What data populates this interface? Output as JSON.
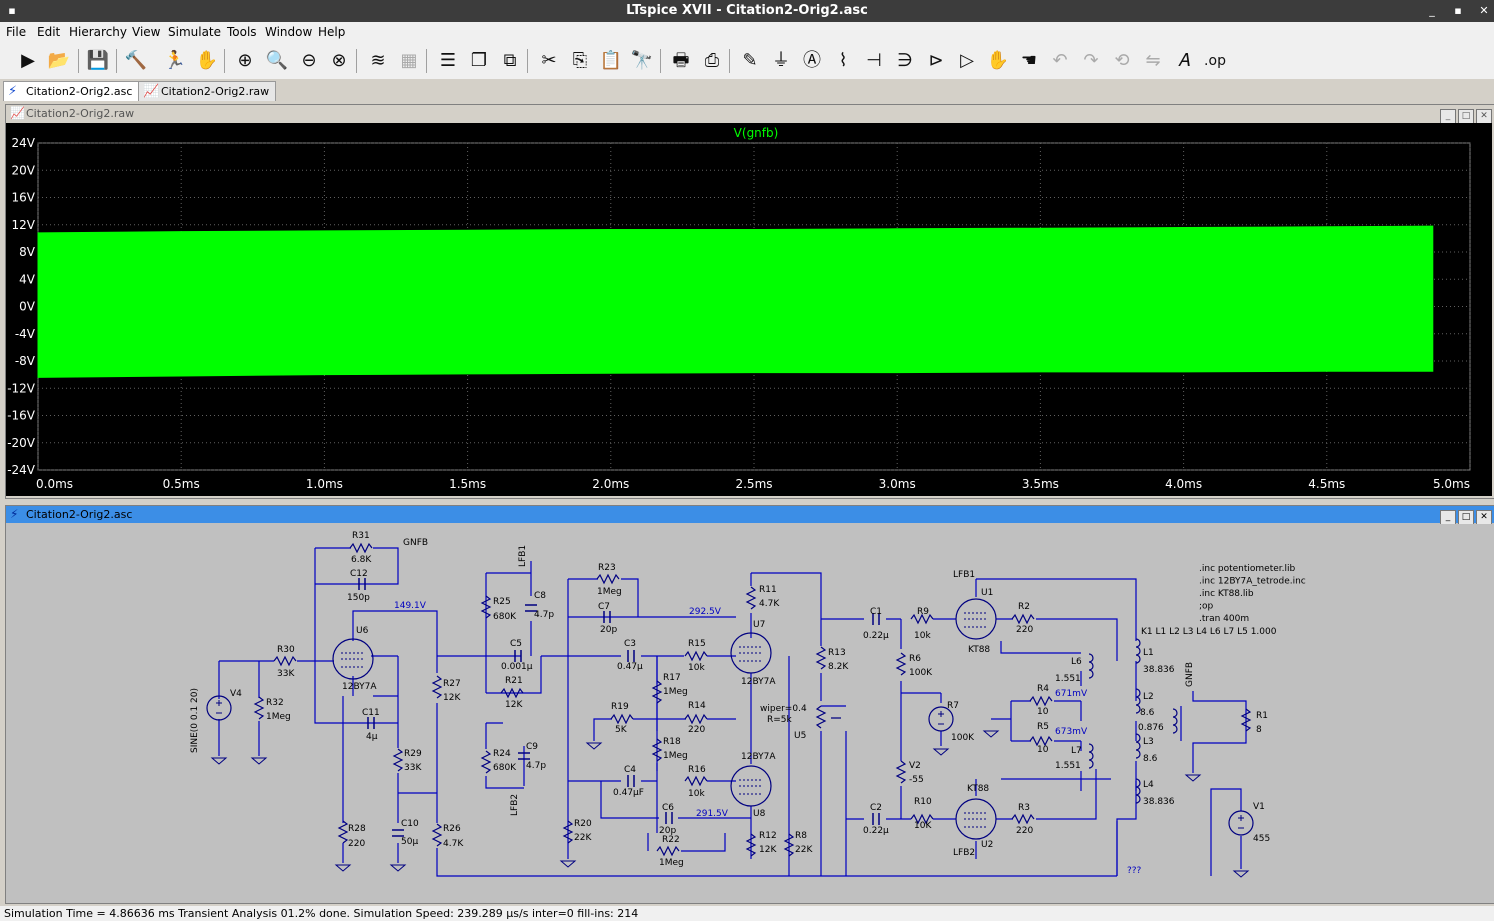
{
  "app": {
    "title": "LTspice XVII - Citation2-Orig2.asc",
    "sys_icon": "▪",
    "min": "_",
    "max": "▪",
    "close": "✕"
  },
  "menu": [
    "File",
    "Edit",
    "Hierarchy",
    "View",
    "Simulate",
    "Tools",
    "Window",
    "Help"
  ],
  "toolbar_icons": [
    "open-sim-icon",
    "open-folder-icon",
    "save-icon",
    "control-panel-icon",
    "run-icon",
    "halt-icon",
    "zoom-in-icon",
    "zoom-pan-icon",
    "zoom-out-icon",
    "zoom-fit-icon",
    "autorange-icon",
    "waveform-pane-icon",
    "tile-icon",
    "cascade-icon",
    "tile-vertical-icon",
    "cut-icon",
    "copy-icon",
    "paste-icon",
    "find-icon",
    "print-icon",
    "print-setup-icon",
    "draw-wire-icon",
    "ground-icon",
    "label-icon",
    "resistor-icon",
    "capacitor-icon",
    "inductor-icon",
    "diode-icon",
    "component-icon",
    "move-icon",
    "drag-icon",
    "undo-icon",
    "redo-icon",
    "rotate-icon",
    "mirror-icon",
    "text-icon",
    "spice-directive-icon"
  ],
  "tabs": [
    {
      "label": "Citation2-Orig2.asc",
      "icon": "schematic-icon",
      "active": true
    },
    {
      "label": "Citation2-Orig2.raw",
      "icon": "waveform-icon",
      "active": false
    }
  ],
  "waveform_window": {
    "title": "Citation2-Orig2.raw",
    "bg": "#000000",
    "trace_color": "#00ff00"
  },
  "schematic_window": {
    "title": "Citation2-Orig2.asc",
    "bg": "#c0c0c0",
    "wire_color": "#0000c0"
  },
  "chart_data": {
    "type": "area",
    "title": "V(gnfb)",
    "xlabel": "",
    "ylabel": "",
    "xlim": [
      0,
      5
    ],
    "ylim": [
      -24,
      24
    ],
    "x_ticks": [
      "0.0ms",
      "0.5ms",
      "1.0ms",
      "1.5ms",
      "2.0ms",
      "2.5ms",
      "3.0ms",
      "3.5ms",
      "4.0ms",
      "4.5ms",
      "5.0ms"
    ],
    "y_ticks": [
      "24V",
      "20V",
      "16V",
      "12V",
      "8V",
      "4V",
      "0V",
      "-4V",
      "-8V",
      "-12V",
      "-16V",
      "-20V",
      "-24V"
    ],
    "series": [
      {
        "name": "V(gnfb)",
        "x": [
          0.0,
          0.5,
          1.0,
          1.5,
          2.0,
          2.5,
          3.0,
          3.5,
          4.0,
          4.5,
          4.87
        ],
        "upper": [
          10.8,
          11.0,
          11.1,
          11.2,
          11.3,
          11.3,
          11.4,
          11.5,
          11.6,
          11.7,
          11.8
        ],
        "lower": [
          -10.4,
          -10.2,
          -10.0,
          -9.9,
          -9.8,
          -9.7,
          -9.7,
          -9.6,
          -9.6,
          -9.5,
          -9.5
        ]
      }
    ],
    "grid": true
  },
  "schematic": {
    "labels": [
      "GNFB",
      "R31",
      "6.8K",
      "C12",
      "150p",
      "149.1V",
      "U6",
      "12BY7A",
      "R30",
      "33K",
      "V4",
      "R32",
      "1Meg",
      "SINE(0 0.1 20)",
      "C11",
      "4µ",
      "R29",
      "33K",
      "C10",
      "50µ",
      "R28",
      "220",
      "R27",
      "12K",
      "R26",
      "4.7K",
      "LFB1",
      "R25",
      "680K",
      "C8",
      "4.7p",
      "C5",
      "0.001µ",
      "R21",
      "12K",
      "R24",
      "680K",
      "C9",
      "4.7p",
      "LFB2",
      "R23",
      "1Meg",
      "C7",
      "20p",
      "292.5V",
      "C3",
      "0.47µ",
      "R15",
      "10k",
      "R17",
      "1Meg",
      "R19",
      "5K",
      "R14",
      "220",
      "R18",
      "1Meg",
      "C4",
      "0.47µF",
      "R16",
      "10k",
      "C6",
      "20p",
      "291.5V",
      "R22",
      "1Meg",
      "R20",
      "22K",
      "R11",
      "4.7K",
      "U7",
      "12BY7A",
      "U8",
      "12BY7A",
      "R12",
      "12K",
      "R8",
      "22K",
      "R13",
      "8.2K",
      "wiper=0.4",
      "R=5k",
      "U5",
      "C1",
      "0.22µ",
      "R9",
      "10k",
      "R6",
      "100K",
      "R7",
      "100K",
      "V2",
      "-55",
      "C2",
      "0.22µ",
      "R10",
      "10K",
      "LFB1",
      "U1",
      "KT88",
      "R2",
      "220",
      "KT88",
      "U2",
      "LFB2",
      "R3",
      "220",
      "R4",
      "10",
      "671mV",
      "R5",
      "10",
      "673mV",
      "L6",
      "1.551",
      "L7",
      "1.551",
      "L1",
      "38.836",
      "L2",
      "8.6",
      "0.876",
      "L3",
      "8.6",
      "L4",
      "38.836",
      "GNFB",
      "R1",
      "8",
      "V1",
      "455",
      "???"
    ],
    "directives": [
      ".inc potentiometer.lib",
      ".inc 12BY7A_tetrode.inc",
      ".inc KT88.lib",
      ";op",
      ".tran 400m",
      "K1 L1 L2 L3 L4  L6 L7  L5  1.000"
    ]
  },
  "status": "Simulation Time = 4.86636 ms  Transient Analysis 01.2% done. Simulation Speed: 239.289 µs/s inter=0 fill-ins: 214"
}
